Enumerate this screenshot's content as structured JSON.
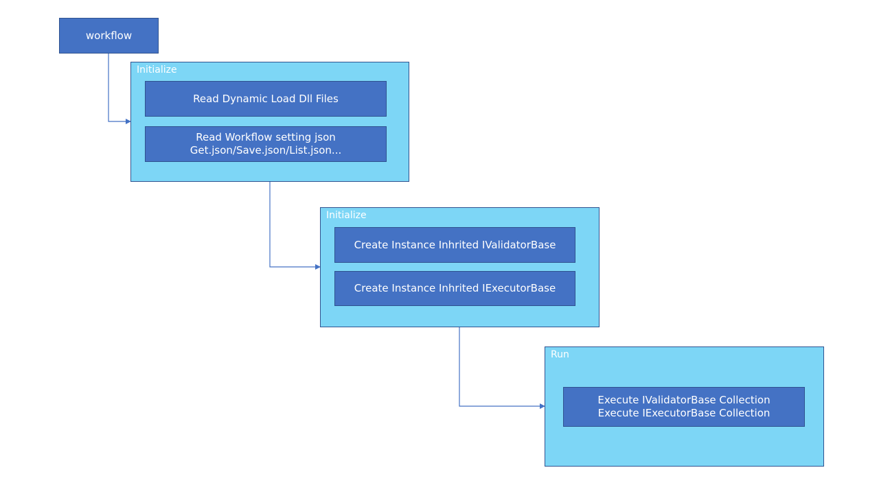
{
  "start": {
    "label": "workflow"
  },
  "groups": [
    {
      "title": "Initialize",
      "items": [
        {
          "lines": [
            "Read Dynamic Load Dll  Files"
          ]
        },
        {
          "lines": [
            "Read Workflow setting json",
            "Get.json/Save.json/List.json..."
          ]
        }
      ]
    },
    {
      "title": "Initialize",
      "items": [
        {
          "lines": [
            "Create Instance Inhrited   IValidatorBase"
          ]
        },
        {
          "lines": [
            "Create Instance Inhrited   IExecutorBase"
          ]
        }
      ]
    },
    {
      "title": "Run",
      "items": [
        {
          "lines": [
            "Execute IValidatorBase Collection",
            "Execute IExecutorBase Collection"
          ]
        }
      ]
    }
  ],
  "colors": {
    "node_fill": "#4472c4",
    "node_border": "#2f528f",
    "group_fill": "#7dd6f6",
    "connector": "#4472c4",
    "text": "#ffffff"
  }
}
